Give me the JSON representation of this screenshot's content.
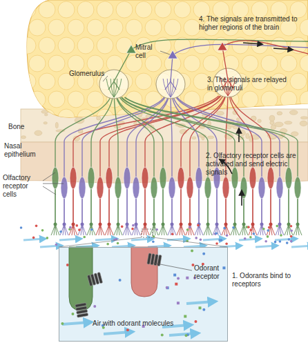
{
  "diagram": {
    "nodes": [
      {
        "text": [
          "Odorant receptor",
          "Air with odorant molecules"
        ]
      }
    ],
    "labels": [
      "4. The signals are transmitted to higher regions of the brain",
      "Mitral cell",
      "Glomerulus",
      "3. The signals are relayed in glomeruli",
      "Bone",
      "Nasal epithelium",
      "Olfactory receptor cells",
      "2. Olfactory receptor cells are activated and send electric signals",
      "1. Odorants bind to receptors"
    ]
  }
}
